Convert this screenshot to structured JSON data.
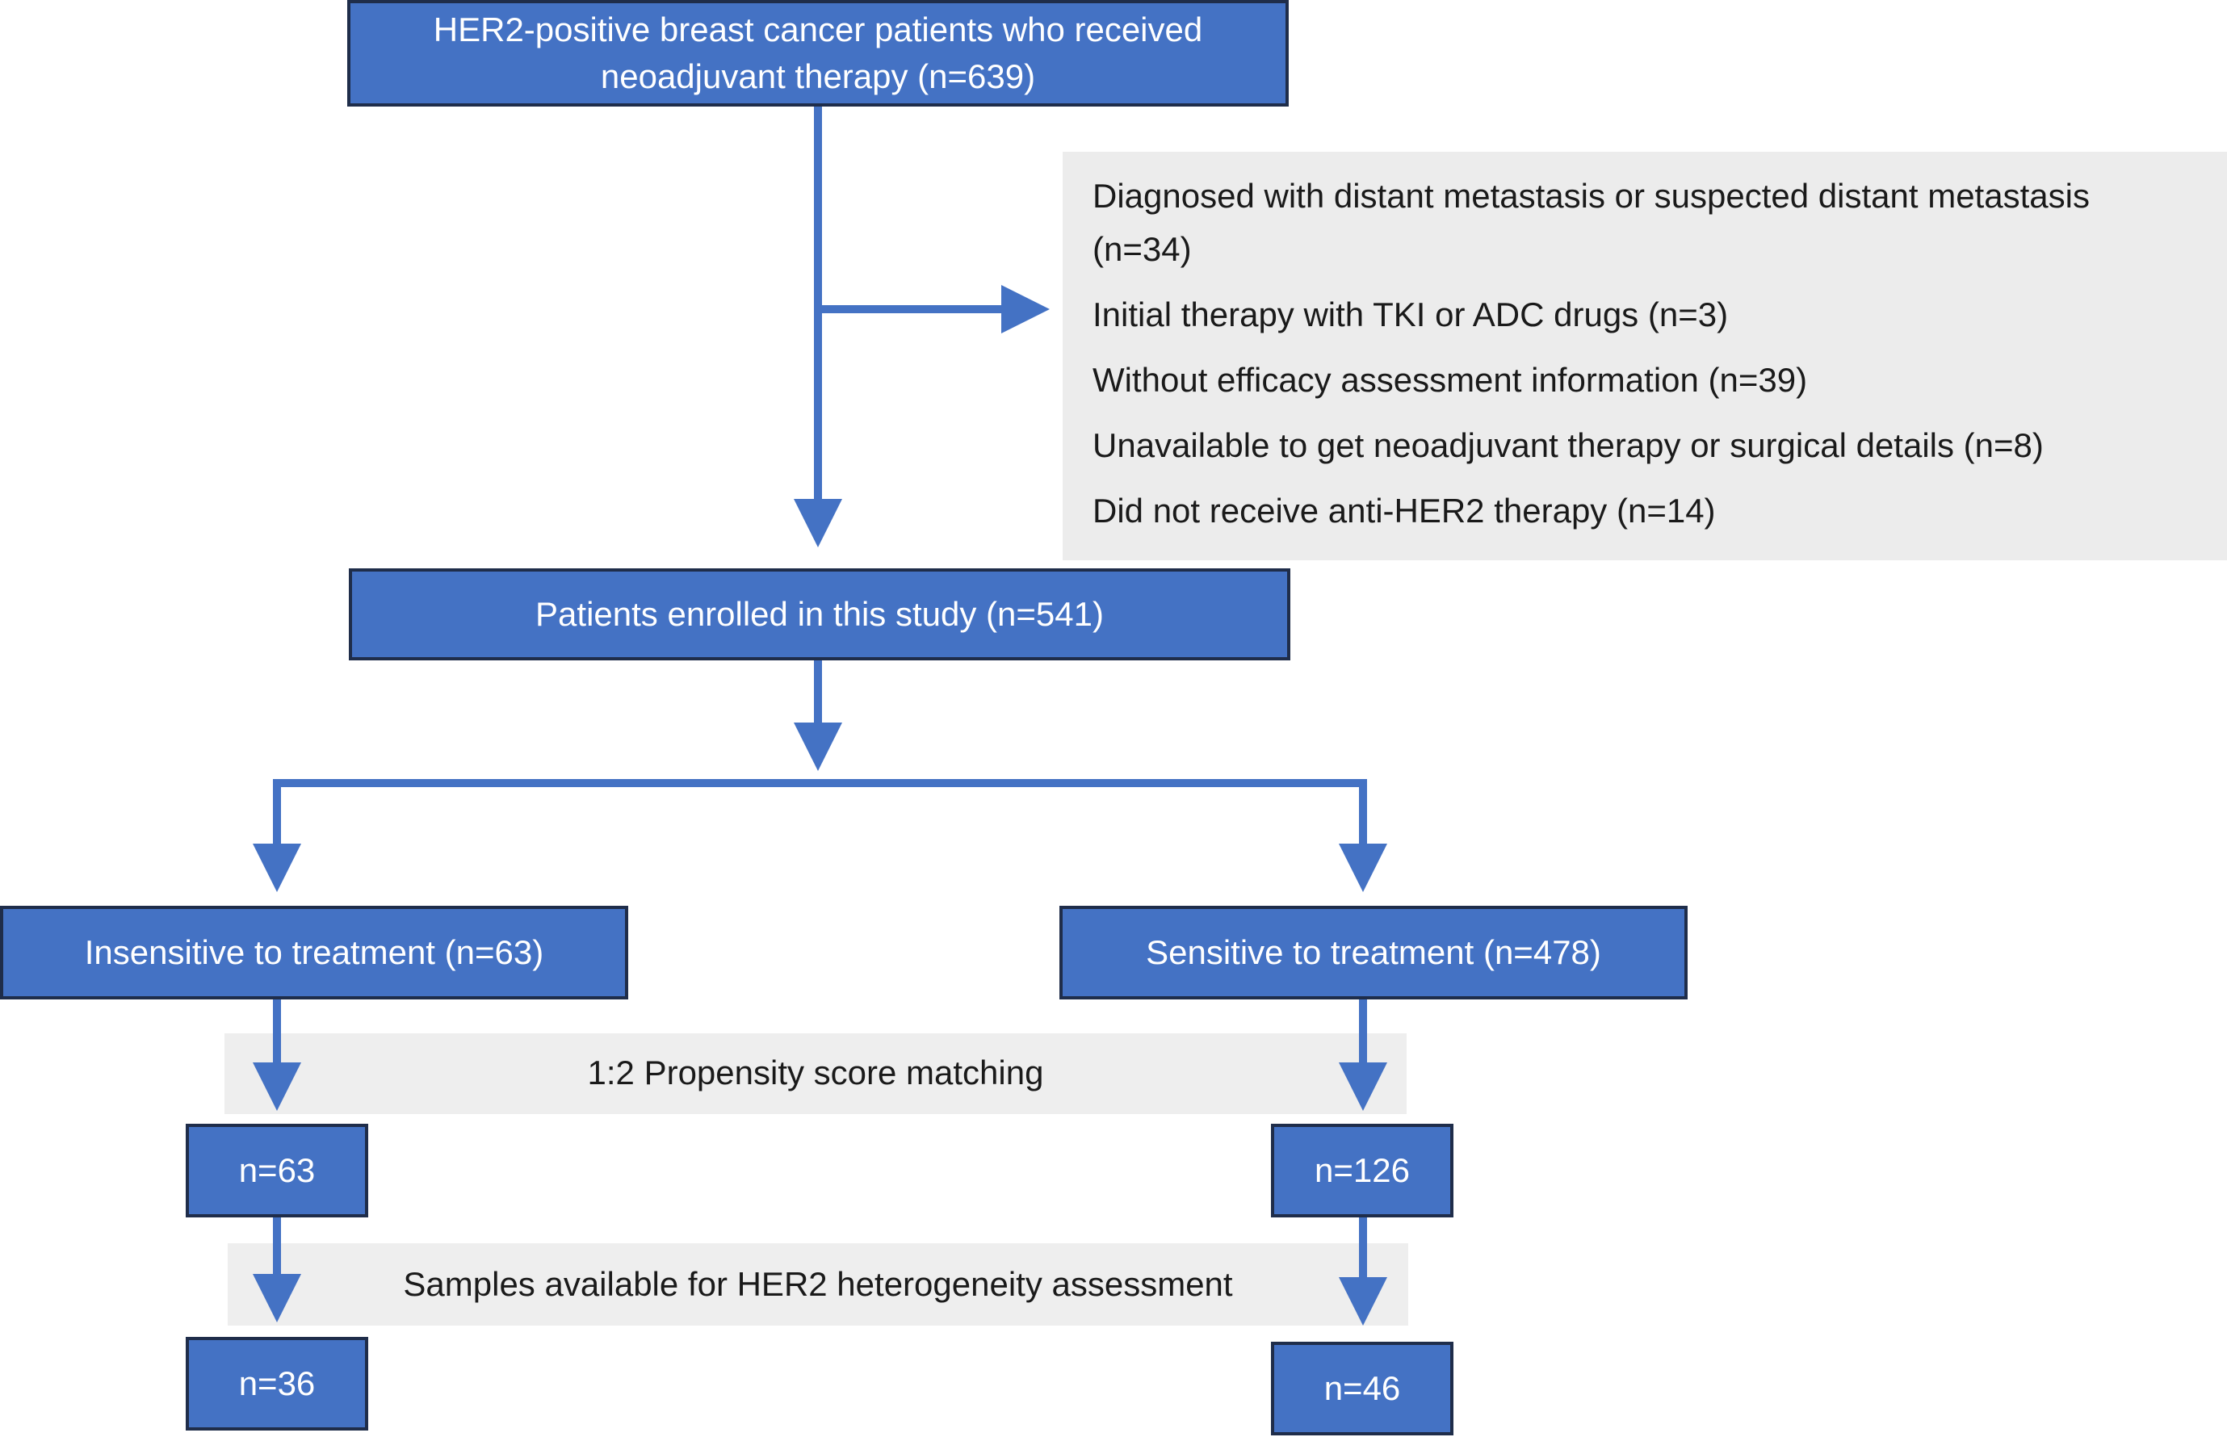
{
  "boxes": {
    "initial": "HER2-positive breast cancer patients who received neoadjuvant therapy (n=639)",
    "enrolled": "Patients enrolled in this study (n=541)",
    "insensitive": "Insensitive to treatment (n=63)",
    "sensitive": "Sensitive to treatment (n=478)",
    "insensitive_matched": "n=63",
    "sensitive_matched": "n=126",
    "insensitive_samples": "n=36",
    "sensitive_samples": "n=46"
  },
  "exclusions": [
    "Diagnosed with distant metastasis or suspected distant metastasis (n=34)",
    "Initial therapy with TKI or ADC drugs (n=3)",
    "Without efficacy assessment information (n=39)",
    "Unavailable to get neoadjuvant therapy or surgical details (n=8)",
    "Did not receive anti-HER2 therapy (n=14)"
  ],
  "steps": {
    "matching": "1:2 Propensity score matching",
    "samples": "Samples available for HER2 heterogeneity assessment"
  },
  "colors": {
    "box_fill": "#4472c4",
    "box_border": "#1f2d4a",
    "arrow": "#4472c4",
    "panel": "#ececec"
  }
}
